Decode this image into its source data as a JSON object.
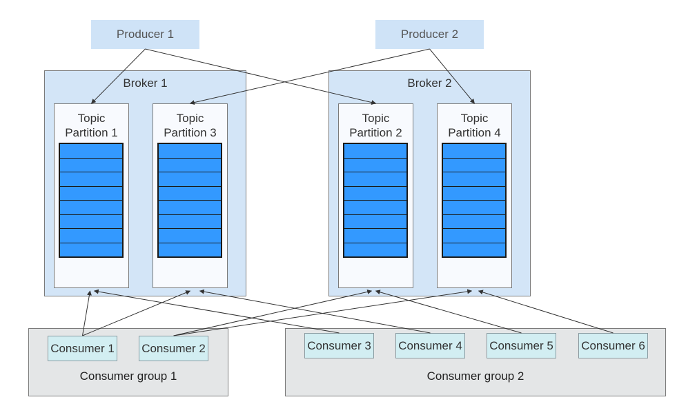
{
  "producers": [
    {
      "id": "p1",
      "label": "Producer 1"
    },
    {
      "id": "p2",
      "label": "Producer 2"
    }
  ],
  "brokers": [
    {
      "id": "b1",
      "label": "Broker 1"
    },
    {
      "id": "b2",
      "label": "Broker 2"
    }
  ],
  "partitions": [
    {
      "id": "tp1",
      "line1": "Topic",
      "line2": "Partition 1"
    },
    {
      "id": "tp3",
      "line1": "Topic",
      "line2": "Partition 3"
    },
    {
      "id": "tp2",
      "line1": "Topic",
      "line2": "Partition 2"
    },
    {
      "id": "tp4",
      "line1": "Topic",
      "line2": "Partition 4"
    }
  ],
  "groups": [
    {
      "id": "g1",
      "label": "Consumer group 1"
    },
    {
      "id": "g2",
      "label": "Consumer group 2"
    }
  ],
  "consumers": [
    {
      "id": "c1",
      "label": "Consumer 1"
    },
    {
      "id": "c2",
      "label": "Consumer 2"
    },
    {
      "id": "c3",
      "label": "Consumer 3"
    },
    {
      "id": "c4",
      "label": "Consumer 4"
    },
    {
      "id": "c5",
      "label": "Consumer 5"
    },
    {
      "id": "c6",
      "label": "Consumer 6"
    }
  ],
  "edges": [
    {
      "from": "p1",
      "to": "tp1"
    },
    {
      "from": "p1",
      "to": "tp2"
    },
    {
      "from": "p2",
      "to": "tp3"
    },
    {
      "from": "p2",
      "to": "tp4"
    },
    {
      "from": "c1",
      "to": "tp1"
    },
    {
      "from": "c1",
      "to": "tp3"
    },
    {
      "from": "c2",
      "to": "tp2"
    },
    {
      "from": "c2",
      "to": "tp4"
    },
    {
      "from": "c3",
      "to": "tp1"
    },
    {
      "from": "c4",
      "to": "tp3"
    },
    {
      "from": "c5",
      "to": "tp2"
    },
    {
      "from": "c6",
      "to": "tp4"
    }
  ],
  "colors": {
    "producer_fill": "#cfe3f7",
    "broker_fill": "#d3e5f7",
    "partition_fill": "#f8fafe",
    "log_segment_fill": "#3399ff",
    "group_fill": "#e4e6e7",
    "consumer_fill": "#d2eef2",
    "line": "#333333"
  }
}
